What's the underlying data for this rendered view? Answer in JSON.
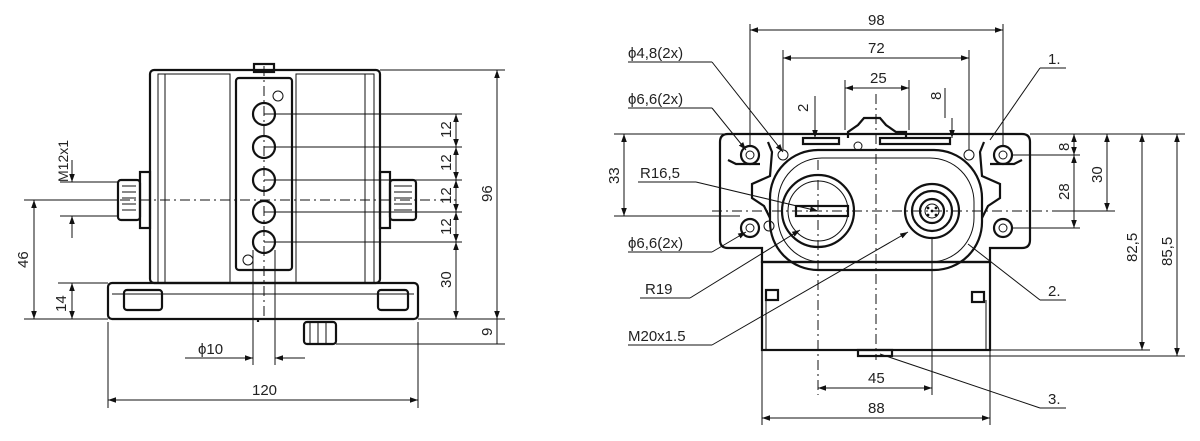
{
  "front_view": {
    "dims": {
      "thread_label": "M12x1",
      "height_46": "46",
      "height_14": "14",
      "pitch_1": "12",
      "pitch_2": "12",
      "pitch_3": "12",
      "pitch_4": "12",
      "height_30": "30",
      "height_96": "96",
      "offset_9": "9",
      "diameter_10": "ϕ10",
      "width_120": "120"
    }
  },
  "side_view": {
    "dims": {
      "width_98": "98",
      "width_72": "72",
      "width_25": "25",
      "gap_2": "2",
      "gap_8_top": "8",
      "width_45": "45",
      "width_88": "88",
      "height_33": "33",
      "height_8": "8",
      "height_28": "28",
      "height_30": "30",
      "height_82_5": "82,5",
      "height_85_5": "85,5"
    },
    "callouts": {
      "hole_4_8": "ϕ4,8(2x)",
      "hole_6_6_top": "ϕ6,6(2x)",
      "radius_16_5": "R16,5",
      "hole_6_6_bottom": "ϕ6,6(2x)",
      "radius_19": "R19",
      "thread_m20": "M20x1.5"
    },
    "refs": {
      "ref_1": "1.",
      "ref_2": "2.",
      "ref_3": "3."
    }
  }
}
